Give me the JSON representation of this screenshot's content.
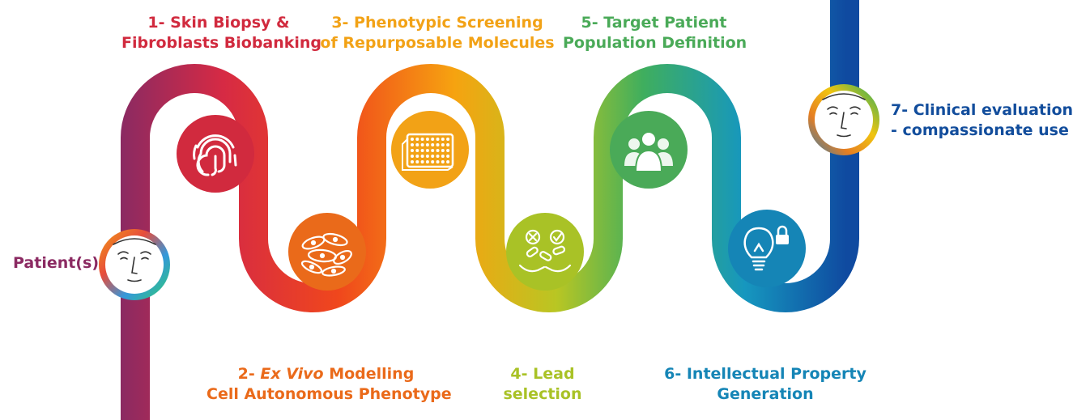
{
  "colors": {
    "patient": "#8b2a62",
    "step1": "#d12a3e",
    "step2": "#ea6a1a",
    "step3": "#f2a216",
    "step4": "#a9c226",
    "step5": "#4aaa58",
    "step6": "#1585b6",
    "step7": "#124d9c",
    "path_gradient": [
      "#8b2a62",
      "#d62a44",
      "#f0471c",
      "#f6a310",
      "#b9c623",
      "#3fae5e",
      "#1697bf",
      "#0f4aa0"
    ]
  },
  "labels": {
    "patient": "Patient(s)",
    "step1": {
      "line1": "1- Skin Biopsy &",
      "line2": "Fibroblasts Biobanking"
    },
    "step2": {
      "prefix": "2- ",
      "italic": "Ex Vivo",
      "suffix": " Modelling",
      "line2": "Cell Autonomous Phenotype"
    },
    "step3": {
      "line1": "3- Phenotypic Screening",
      "line2": "of Repurposable Molecules"
    },
    "step4": {
      "line1": "4- Lead",
      "line2": "selection"
    },
    "step5": {
      "line1": "5- Target Patient",
      "line2": "Population Definition"
    },
    "step6": {
      "line1": "6- Intellectual Property",
      "line2": "Generation"
    },
    "step7": {
      "line1": "7- Clinical evaluation",
      "line2": "- compassionate use"
    }
  },
  "icons": {
    "step1": "fingerprint-icon",
    "step2": "fibroblast-cells-icon",
    "step3": "well-plate-icon",
    "step4": "pills-selection-icon",
    "step5": "patient-group-icon",
    "step6": "lightbulb-lock-icon",
    "patient_start": "patient-face-icon",
    "patient_end": "patient-face-icon"
  }
}
